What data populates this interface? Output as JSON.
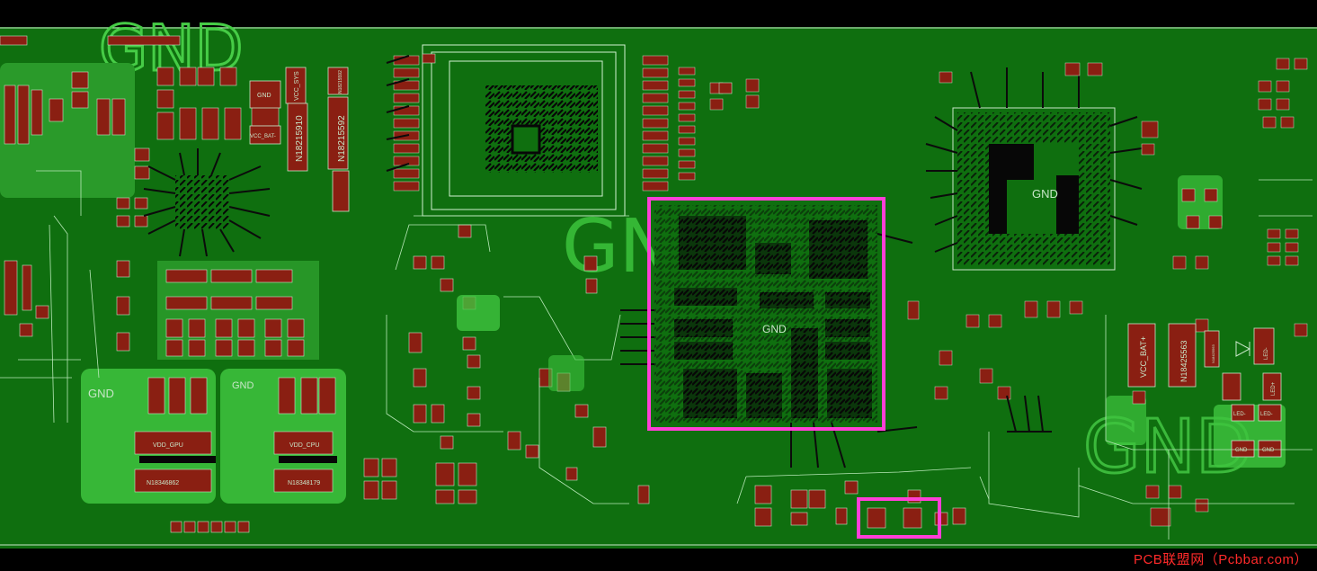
{
  "board": {
    "labels": {
      "gnd_top_left": "GND",
      "gnd_center": "GND",
      "gnd_right": "GND",
      "gnd_small_right": "GND",
      "gnd_bga": "GND",
      "gnd_left1": "GND",
      "gnd_left2": "GND",
      "gnd_pad": "GND",
      "vcc_sys": "VCC_SYS",
      "vcc_bat_minus": "VCC_BAT-",
      "vcc_bat_plus": "VCC_BAT+",
      "n18215910": "N18215910",
      "n18215592": "N18215592",
      "n18215592_small": "N18215592",
      "vdd_gpu": "VDD_GPU",
      "vdd_cpu": "VDD_CPU",
      "n18346862": "N18346862",
      "n18348179": "N18348179",
      "n18425563": "N18425563",
      "n18425563_small": "N18425563",
      "led_minus_1": "LED-",
      "led_minus_2": "LED-",
      "led_minus_3": "LED-",
      "led_plus": "LED+",
      "gnd_right_pad_1": "GND",
      "gnd_right_pad_2": "GND"
    }
  },
  "highlight_colors": {
    "selection": "#ff3fd6",
    "board": "#0f6f0f",
    "copper": "#3ec43e",
    "pad": "#8a1f12",
    "silkscreen": "#c8e6c8"
  },
  "watermark": "PCB联盟网（Pcbbar.com）"
}
